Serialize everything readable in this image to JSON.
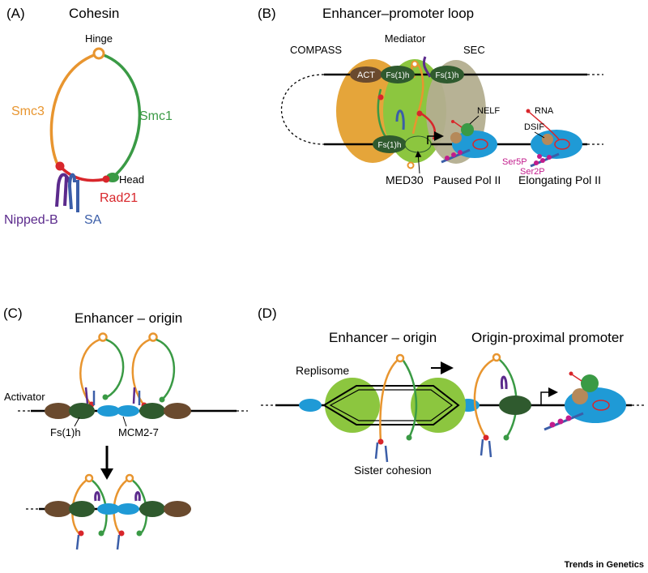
{
  "panel_a": {
    "letter": "(A)",
    "title": "Cohesin",
    "hinge": "Hinge",
    "smc3": "Smc3",
    "smc1": "Smc1",
    "head": "Head",
    "rad21": "Rad21",
    "nipped_b": "Nipped-B",
    "sa": "SA"
  },
  "panel_b": {
    "letter": "(B)",
    "title": "Enhancer–promoter loop",
    "mediator": "Mediator",
    "compass": "COMPASS",
    "sec": "SEC",
    "act": "ACT",
    "fs1h_a": "Fs(1)h",
    "fs1h_b": "Fs(1)h",
    "fs1h_c": "Fs(1)h",
    "nelf": "NELF",
    "rna": "RNA",
    "dsif": "DSIF",
    "ser5p": "Ser5P",
    "ser2p": "Ser2P",
    "med30": "MED30",
    "paused": "Paused Pol II",
    "elongating": "Elongating Pol II"
  },
  "panel_c": {
    "letter": "(C)",
    "title": "Enhancer – origin",
    "activator": "Activator",
    "fs1h": "Fs(1)h",
    "mcm": "MCM2-7"
  },
  "panel_d": {
    "letter": "(D)",
    "title_left": "Enhancer – origin",
    "title_right": "Origin-proximal promoter",
    "replisome": "Replisome",
    "sister": "Sister cohesion"
  },
  "footer": {
    "journal": "Trends in Genetics"
  },
  "colors": {
    "smc3": "#e8952f",
    "smc1": "#3a9a45",
    "rad21": "#d8262b",
    "nipped_b": "#5b2a8c",
    "sa": "#3b5ea8",
    "compass": "#e5a53a",
    "mediator": "#8cc63f",
    "sec": "#b3ae8f",
    "fs1h": "#2f5a2e",
    "act": "#6a4a2e",
    "pol2": "#1f9ad6",
    "ser_p": "#c21c8c",
    "dna": "#000000"
  }
}
